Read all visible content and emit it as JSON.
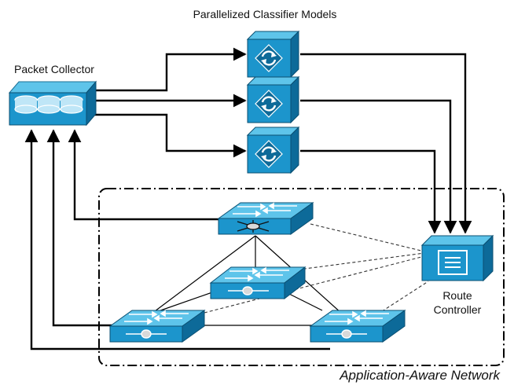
{
  "labels": {
    "classifiers_title": "Parallelized Classifier Models",
    "packet_collector": "Packet Collector",
    "route_controller_line1": "Route",
    "route_controller_line2": "Controller",
    "network_name": "Application-Aware Network"
  },
  "colors": {
    "device_front": "#1c95cc",
    "device_top": "#5ec4ea",
    "device_side": "#0d6a99",
    "arrow": "#000000",
    "dashed_link": "#333333"
  },
  "icons": {
    "classifier": "sync-arrows-icon",
    "collector": "database-cylinders-icon",
    "controller": "document-lines-icon",
    "switch": "switch-arrows-icon",
    "router_hub": "star-hub-icon"
  }
}
